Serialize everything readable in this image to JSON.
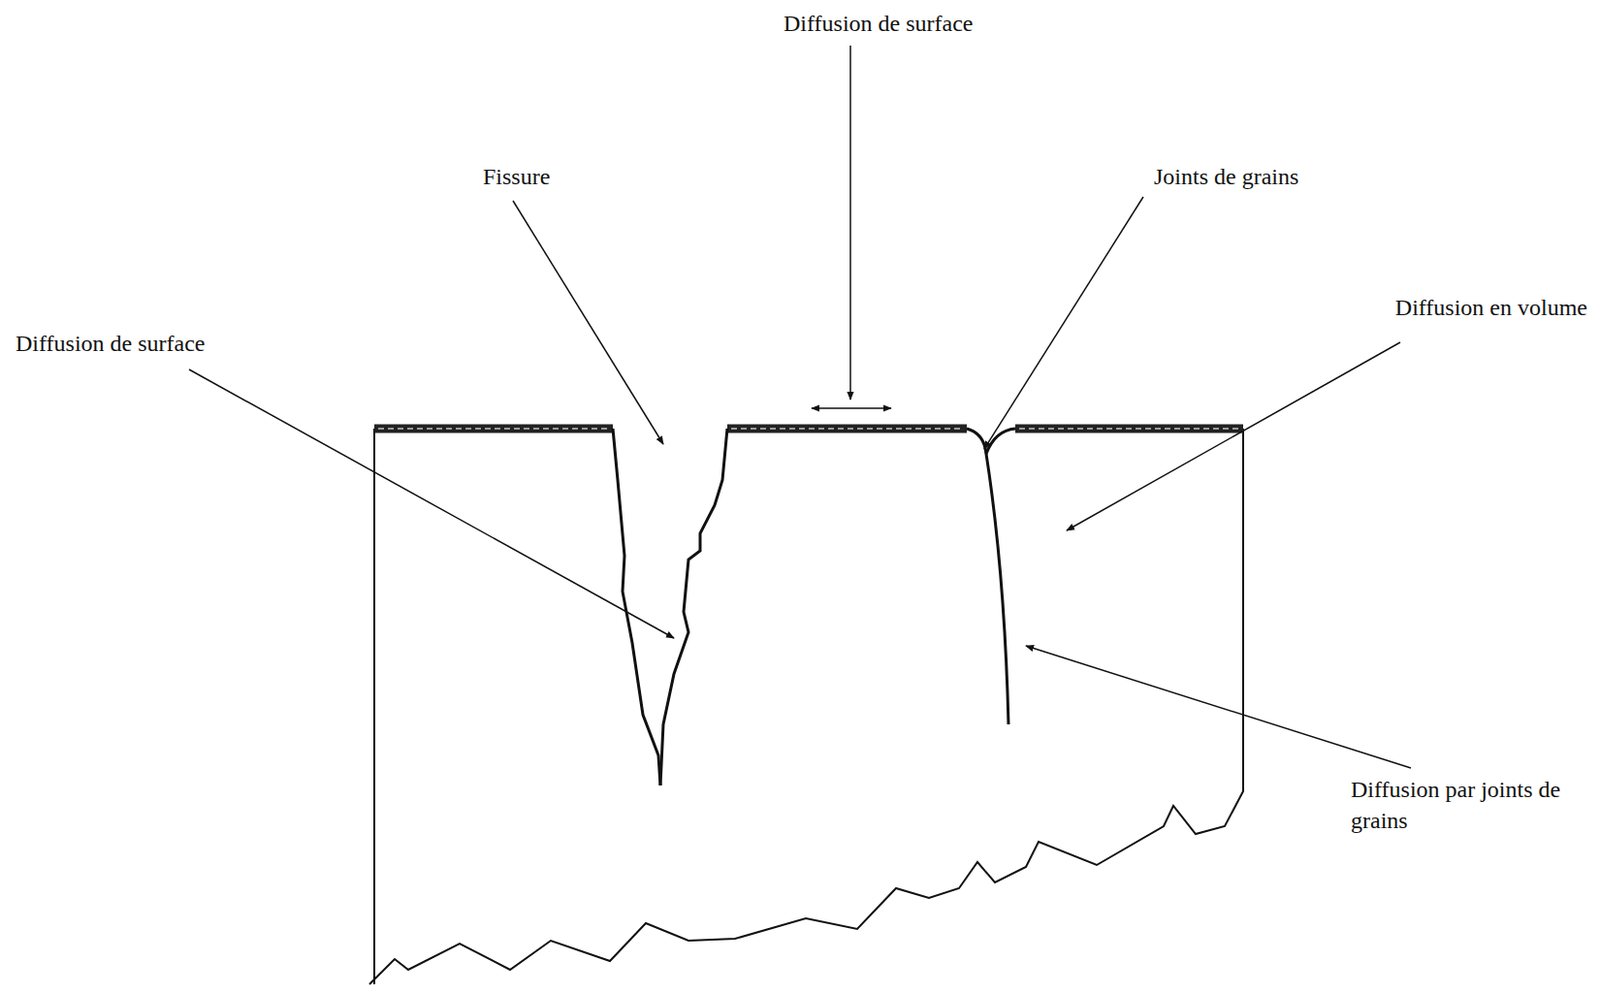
{
  "diagram": {
    "labels": [
      "Diffusion de surface",
      "Fissure",
      "Joints de grains",
      "Diffusion en volume",
      "Diffusion de surface",
      "Diffusion par joints de grains"
    ]
  }
}
